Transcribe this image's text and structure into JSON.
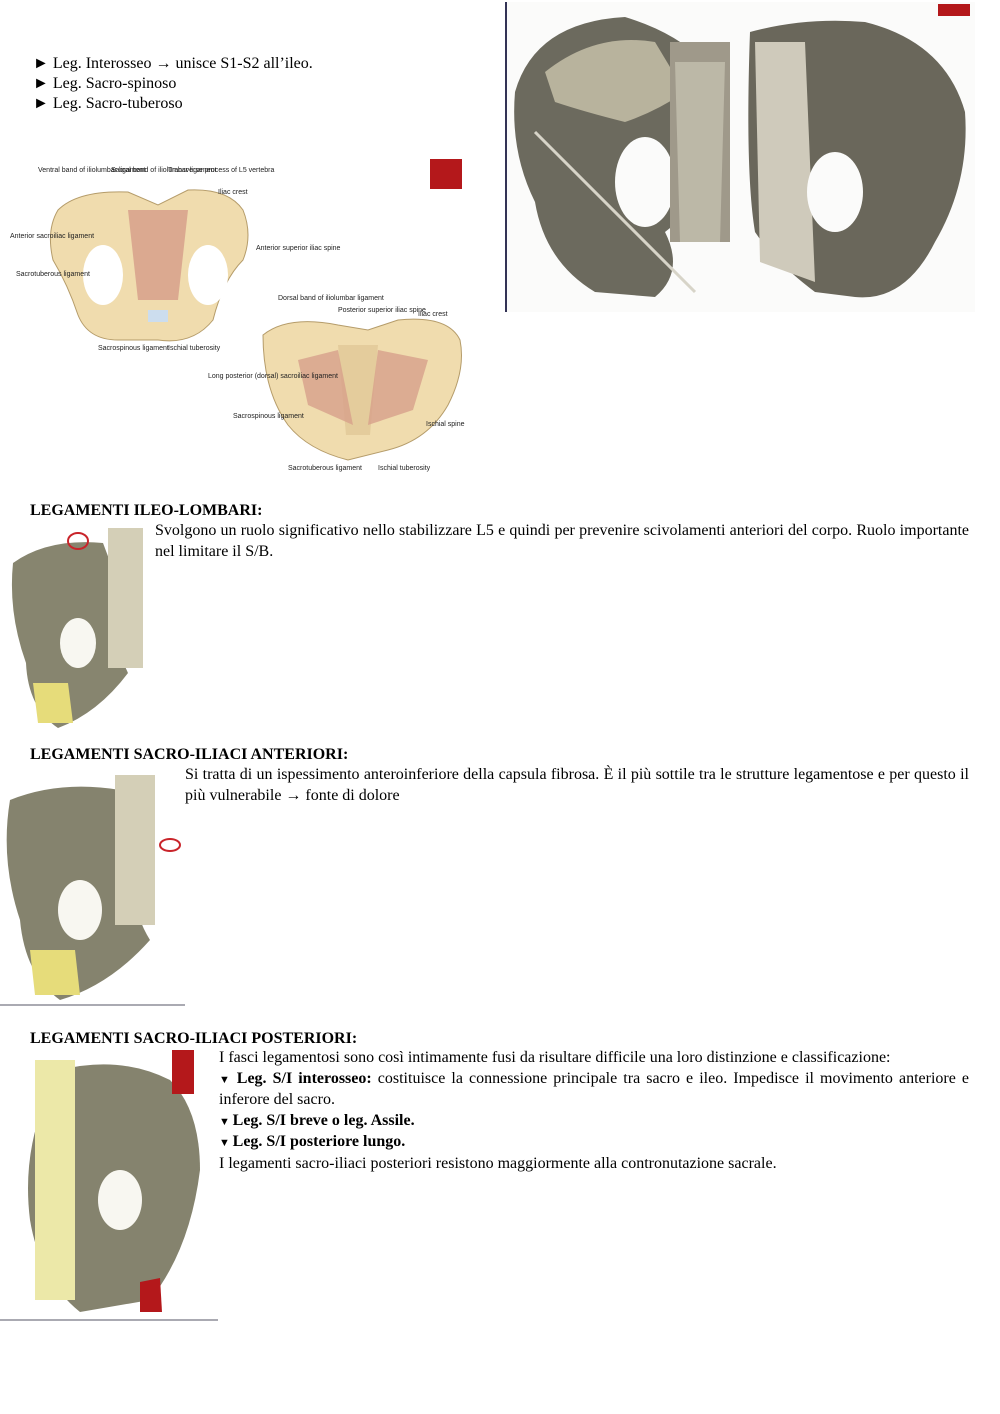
{
  "intro_bullets": [
    {
      "text": "► Leg. Interosseo → unisce S1-S2 all’ileo."
    },
    {
      "text": "► Leg. Sacro-spinoso"
    },
    {
      "text": "► Leg. Sacro-tuberoso"
    }
  ],
  "fig_anterior_posterior": {
    "labels": [
      "Ventral band of iliolumbar ligament",
      "Sacral band of iliolumbar ligament",
      "Transverse process of L5 vertebra",
      "Iliac crest",
      "Anterior sacroiliac ligament",
      "Anterior superior iliac spine",
      "Sacrotuberous ligament",
      "Sacrospinous ligament",
      "Ischial tuberosity",
      "Dorsal band of iliolumbar ligament",
      "Posterior superior iliac spine",
      "Iliac crest",
      "Long posterior (dorsal) sacroiliac ligament",
      "Sacrospinous ligament",
      "Ischial spine",
      "Sacrotuberous ligament",
      "Ischial tuberosity"
    ]
  },
  "sections": [
    {
      "heading": "LEGAMENTI ILEO-LOMBARI:",
      "text": "Svolgono un ruolo significativo nello stabilizzare L5 e quindi per prevenire scivolamenti anteriori del corpo. Ruolo importante nel limitare il S/B."
    },
    {
      "heading": "LEGAMENTI SACRO-ILIACI ANTERIORI:",
      "text": "Si tratta di un ispessimento anteroinferiore della capsula fibrosa. È il più sottile tra le strutture legamentose e per questo il più vulnerabile → fonte di dolore"
    },
    {
      "heading": "LEGAMENTI SACRO-ILIACI POSTERIORI:",
      "intro": "I fasci legamentosi sono così intimamente fusi da risultare difficile una loro distinzione e classificazione:",
      "items": [
        {
          "bold": "Leg. S/I interosseo:",
          "text": " costituisce la connessione principale tra sacro e ileo. Impedisce il movimento anteriore e inferore del sacro."
        },
        {
          "bold": "Leg. S/I breve o leg. Assile.",
          "text": ""
        },
        {
          "bold": "Leg. S/I posteriore lungo.",
          "text": ""
        }
      ],
      "closing": "I legamenti sacro-iliaci posteriori resistono maggiormente alla contronutazione sacrale."
    }
  ],
  "colors": {
    "accent_red": "#b4181b",
    "bone": "#e9d9b0",
    "ligament": "#c98f7a"
  }
}
